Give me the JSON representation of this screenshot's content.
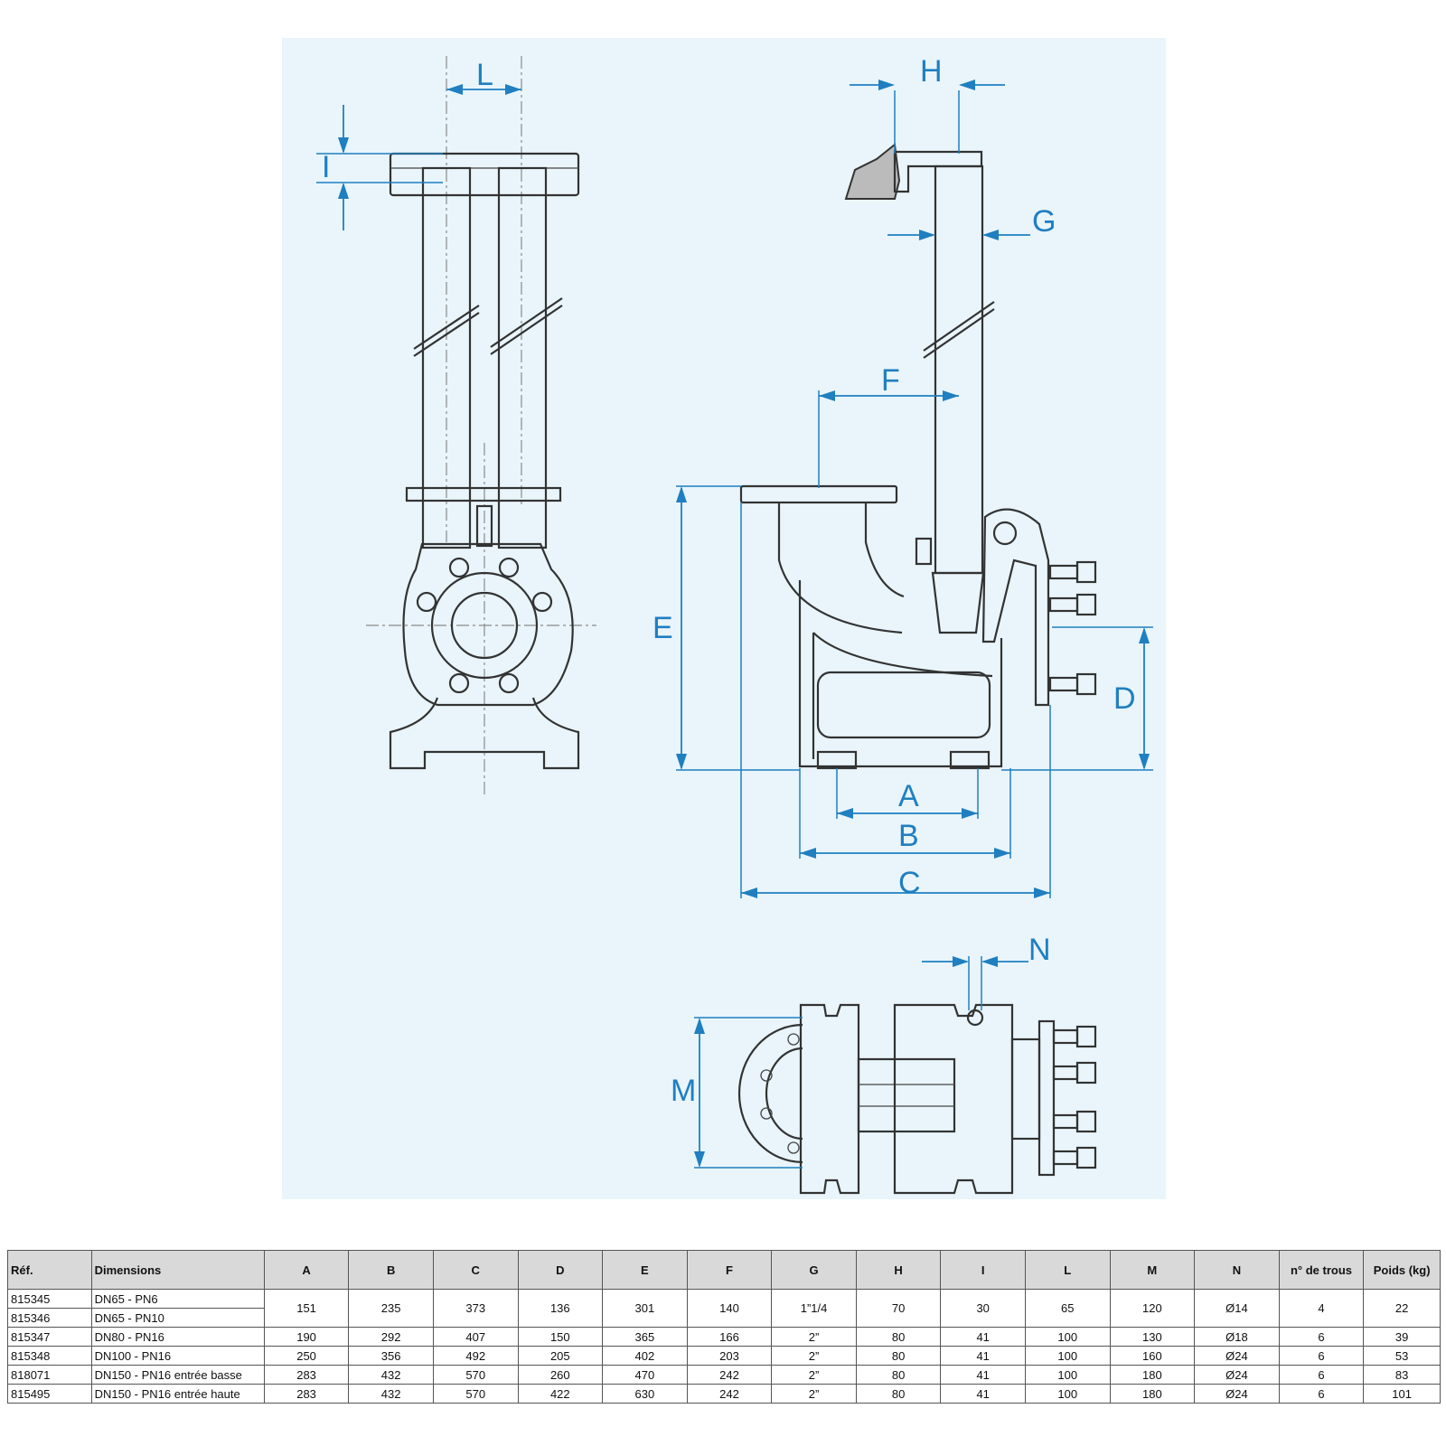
{
  "drawing": {
    "labels": {
      "A": "A",
      "B": "B",
      "C": "C",
      "D": "D",
      "E": "E",
      "F": "F",
      "G": "G",
      "H": "H",
      "I": "I",
      "L": "L",
      "M": "M",
      "N": "N"
    }
  },
  "table": {
    "headers": [
      "Réf.",
      "Dimensions",
      "A",
      "B",
      "C",
      "D",
      "E",
      "F",
      "G",
      "H",
      "I",
      "L",
      "M",
      "N",
      "n° de trous",
      "Poids (kg)"
    ],
    "merged_group": {
      "refs": [
        "815345",
        "815346"
      ],
      "dims": [
        "DN65 - PN6",
        "DN65 - PN10"
      ],
      "values": [
        "151",
        "235",
        "373",
        "136",
        "301",
        "140",
        "1”1/4",
        "70",
        "30",
        "65",
        "120",
        "Ø14",
        "4",
        "22"
      ]
    },
    "rows": [
      {
        "ref": "815347",
        "dim": "DN80 - PN16",
        "values": [
          "190",
          "292",
          "407",
          "150",
          "365",
          "166",
          "2”",
          "80",
          "41",
          "100",
          "130",
          "Ø18",
          "6",
          "39"
        ]
      },
      {
        "ref": "815348",
        "dim": "DN100 - PN16",
        "values": [
          "250",
          "356",
          "492",
          "205",
          "402",
          "203",
          "2”",
          "80",
          "41",
          "100",
          "160",
          "Ø24",
          "6",
          "53"
        ]
      },
      {
        "ref": "818071",
        "dim": "DN150 - PN16 entrée basse",
        "values": [
          "283",
          "432",
          "570",
          "260",
          "470",
          "242",
          "2”",
          "80",
          "41",
          "100",
          "180",
          "Ø24",
          "6",
          "83"
        ]
      },
      {
        "ref": "815495",
        "dim": "DN150 - PN16 entrée haute",
        "values": [
          "283",
          "432",
          "570",
          "422",
          "630",
          "242",
          "2”",
          "80",
          "41",
          "100",
          "180",
          "Ø24",
          "6",
          "101"
        ]
      }
    ]
  }
}
